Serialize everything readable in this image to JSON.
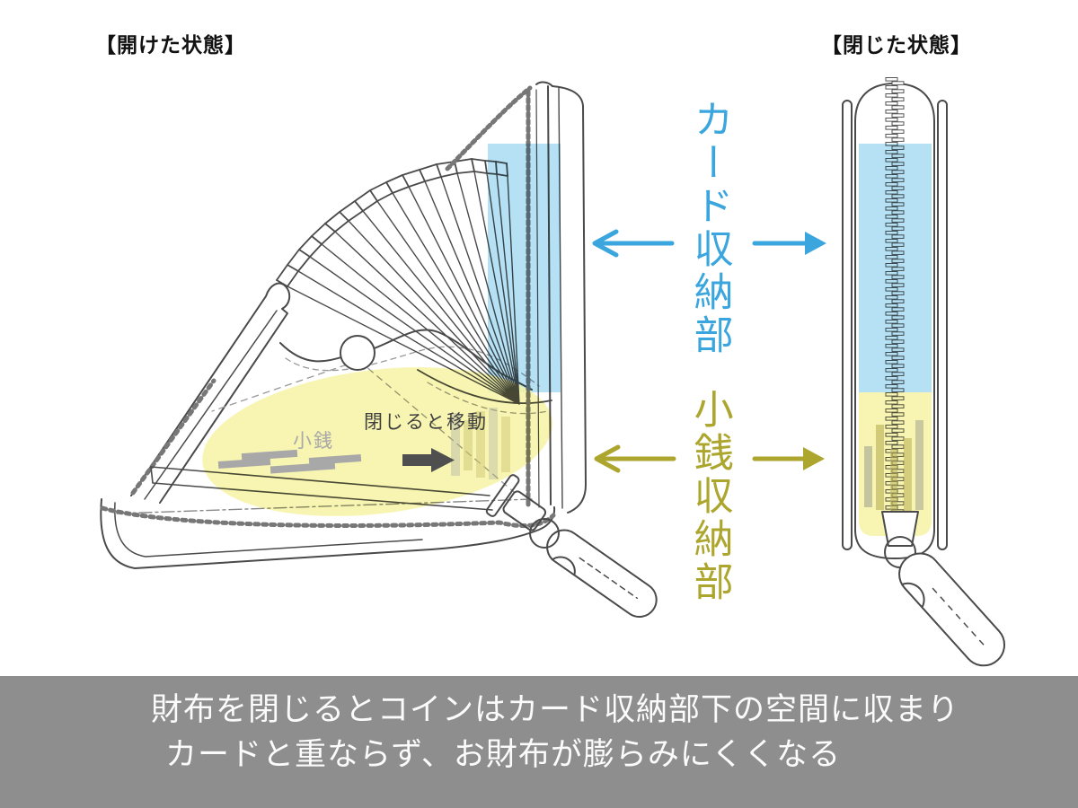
{
  "titles": {
    "open": "【開けた状態】",
    "closed": "【閉じた状態】"
  },
  "labels": {
    "card_section": "カード収納部",
    "coin_section": "小銭収納部",
    "coin": "小銭",
    "move_when_closed": "閉じると移動"
  },
  "caption": {
    "line1": "財布を閉じるとコインはカード収納部下の空間に収まり",
    "line2": "カードと重ならず、お財布が膨らみにくくなる"
  },
  "colors": {
    "card_blue": "#3BA6DE",
    "card_blue_fill": "#A9DCF2",
    "coin_olive": "#ADA62E",
    "coin_yellow_fill": "#F6F3A3",
    "caption_bg": "#8E8E8E",
    "caption_text": "#FBFBFB",
    "line_art": "#4A4A4A",
    "coin_gray": "#A8A8A8",
    "move_arrow_dark": "#4F4F4F"
  }
}
